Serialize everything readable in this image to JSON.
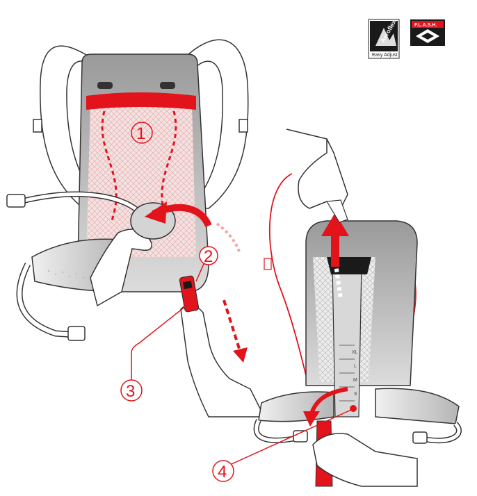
{
  "logos": {
    "aeroflex": {
      "name": "Aeroflex",
      "sub": "Easy Adjust"
    },
    "flash": {
      "name": "F.L.A.S.H."
    }
  },
  "callouts": [
    {
      "label": "1"
    },
    {
      "label": "2"
    },
    {
      "label": "3"
    },
    {
      "label": "4"
    }
  ],
  "size_scale": [
    "XL",
    "L",
    "M",
    "S"
  ],
  "colors": {
    "accent": "#e3131b",
    "line": "#333333",
    "panel": "#bdbdbd",
    "mesh": "#d9d9d9"
  }
}
